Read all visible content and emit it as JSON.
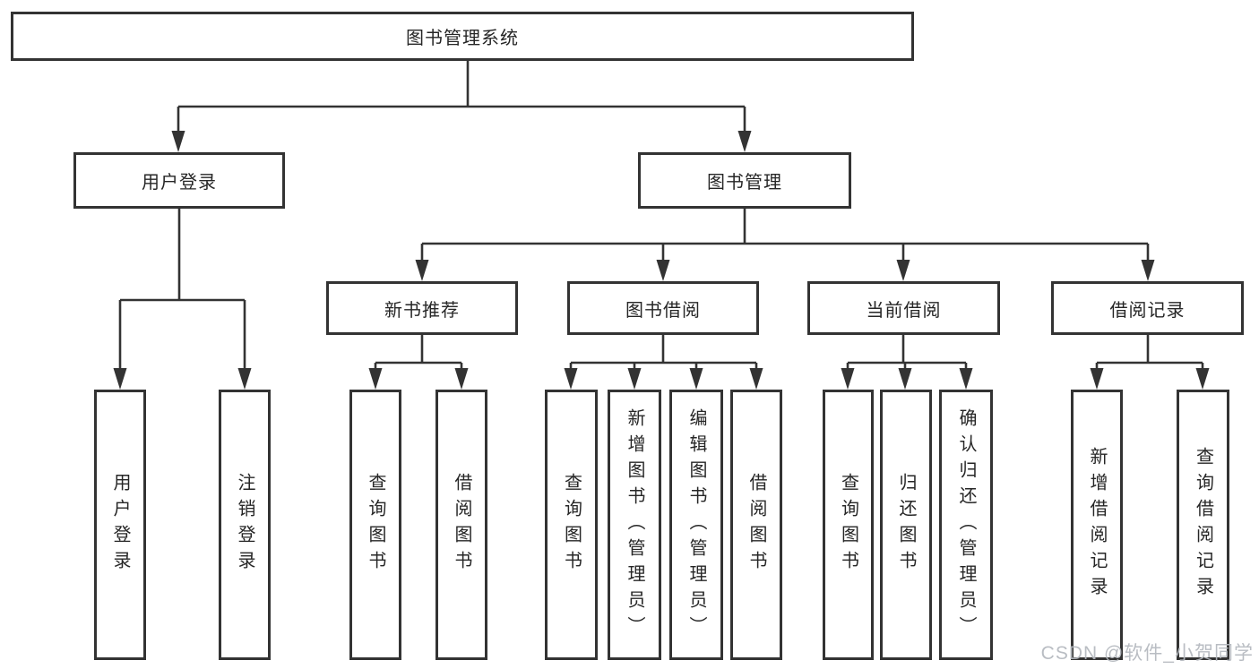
{
  "colors": {
    "line": "#333333",
    "text": "#262626",
    "box_background": "#ffffff",
    "page_background": "#ffffff",
    "watermark": "#b4b8be"
  },
  "tree": {
    "root": {
      "label": "图书管理系统"
    },
    "branches": [
      {
        "label": "用户登录",
        "children": [
          {
            "label": "用户登录"
          },
          {
            "label": "注销登录"
          }
        ]
      },
      {
        "label": "图书管理",
        "children": [
          {
            "label": "新书推荐",
            "children": [
              {
                "label": "查询图书"
              },
              {
                "label": "借阅图书"
              }
            ]
          },
          {
            "label": "图书借阅",
            "children": [
              {
                "label": "查询图书"
              },
              {
                "label": "新增图书（管理员）"
              },
              {
                "label": "编辑图书（管理员）"
              },
              {
                "label": "借阅图书"
              }
            ]
          },
          {
            "label": "当前借阅",
            "children": [
              {
                "label": "查询图书"
              },
              {
                "label": "归还图书"
              },
              {
                "label": "确认归还（管理员）"
              }
            ]
          },
          {
            "label": "借阅记录",
            "children": [
              {
                "label": "新增借阅记录"
              },
              {
                "label": "查询借阅记录"
              }
            ]
          }
        ]
      }
    ]
  },
  "watermark": {
    "text": "CSDN @软件_小贺同学"
  }
}
